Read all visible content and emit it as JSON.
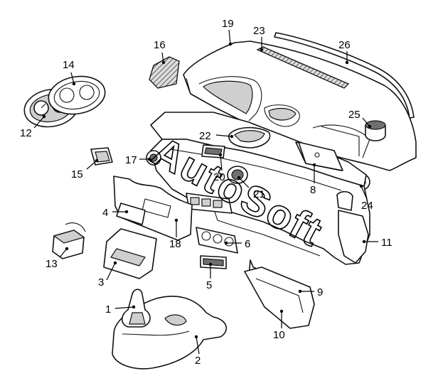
{
  "diagram": {
    "watermark": "AutoSoft",
    "callouts": [
      "1",
      "2",
      "3",
      "4",
      "5",
      "6",
      "8",
      "9",
      "10",
      "11",
      "12",
      "13",
      "14",
      "15",
      "16",
      "17",
      "18",
      "19",
      "20",
      "21",
      "22",
      "23",
      "24",
      "25",
      "26"
    ]
  }
}
